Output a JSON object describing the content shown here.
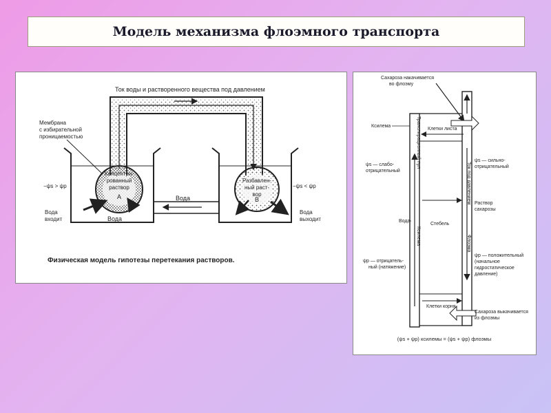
{
  "title": "Модель механизма флоэмного транспорта",
  "left": {
    "top_caption": "Ток воды и растворенного вещества под давлением",
    "membrane": [
      "Мембрана",
      "с избирательной",
      "проницаемостью"
    ],
    "flask_a": [
      "Концентри-",
      "рованный",
      "раствор"
    ],
    "flask_a_letter": "A",
    "flask_b": [
      "Разбавлен-",
      "ный раст-",
      "вор"
    ],
    "flask_b_letter": "B",
    "psi_left": "−ψs > ψp",
    "psi_right": "−ψs < ψp",
    "water_in": [
      "Вода",
      "входит"
    ],
    "water_out": [
      "Вода",
      "выходит"
    ],
    "water_pipe": "Вода",
    "water_bath": "Вода",
    "caption": "Физическая модель гипотезы перетекания растворов."
  },
  "right": {
    "sucrose_in": [
      "Сахароза накачивается",
      "во флоэму"
    ],
    "xylem_top": "Ксилема",
    "leaf_cells": "Клетки листа",
    "transp": "Транспирационный пул",
    "pressure_flow": "Ток под давлением",
    "psi_weak": [
      "ψs — слабо-",
      "отрицательный"
    ],
    "psi_strong": [
      "ψs — сильно-",
      "отрицательный"
    ],
    "sucrose_solution": [
      "Раствор",
      "сахарозы"
    ],
    "water_label": "Вода",
    "stem": "Стебель",
    "xylem_vertical": "Ксилема",
    "phloem_vertical": "Флоэма",
    "psi_neg": [
      "ψp — отрицатель-",
      "ный (натяжение)"
    ],
    "psi_pos": [
      "ψp — положительный",
      "(начальное",
      "гидростатическое",
      "давление)"
    ],
    "root_cells": "Клетки корня",
    "sucrose_out": [
      "Сахароза выкачивается",
      "из флоэмы"
    ],
    "bottom_formula": "(ψs + ψp) ксилемы = (ψs + ψp) флоэмы"
  }
}
